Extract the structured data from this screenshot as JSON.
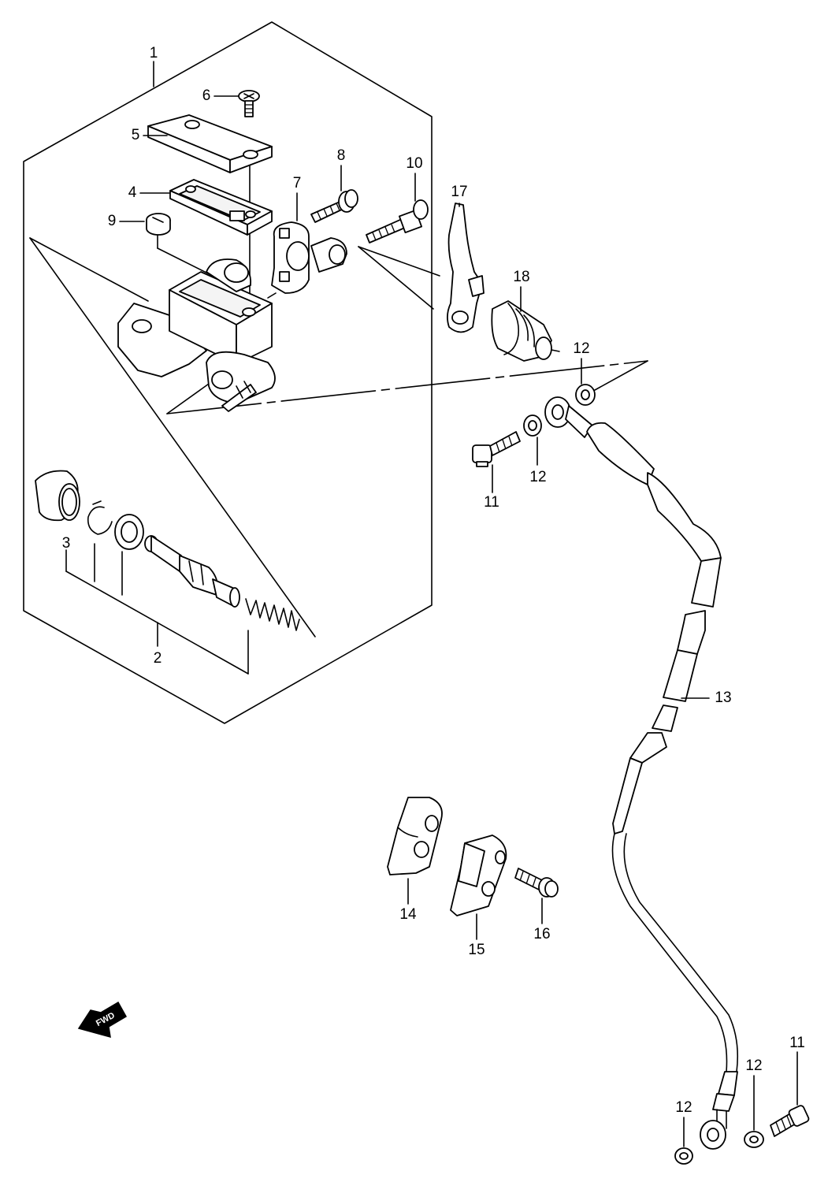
{
  "diagram": {
    "direction_badge": "FWD",
    "callouts": {
      "c1": "1",
      "c2": "2",
      "c3": "3",
      "c4": "4",
      "c5": "5",
      "c6": "6",
      "c7": "7",
      "c8": "8",
      "c9": "9",
      "c10": "10",
      "c11a": "11",
      "c11b": "11",
      "c12a": "12",
      "c12b": "12",
      "c12c": "12",
      "c12d": "12",
      "c13": "13",
      "c14": "14",
      "c15": "15",
      "c16": "16",
      "c17": "17",
      "c18": "18"
    }
  }
}
